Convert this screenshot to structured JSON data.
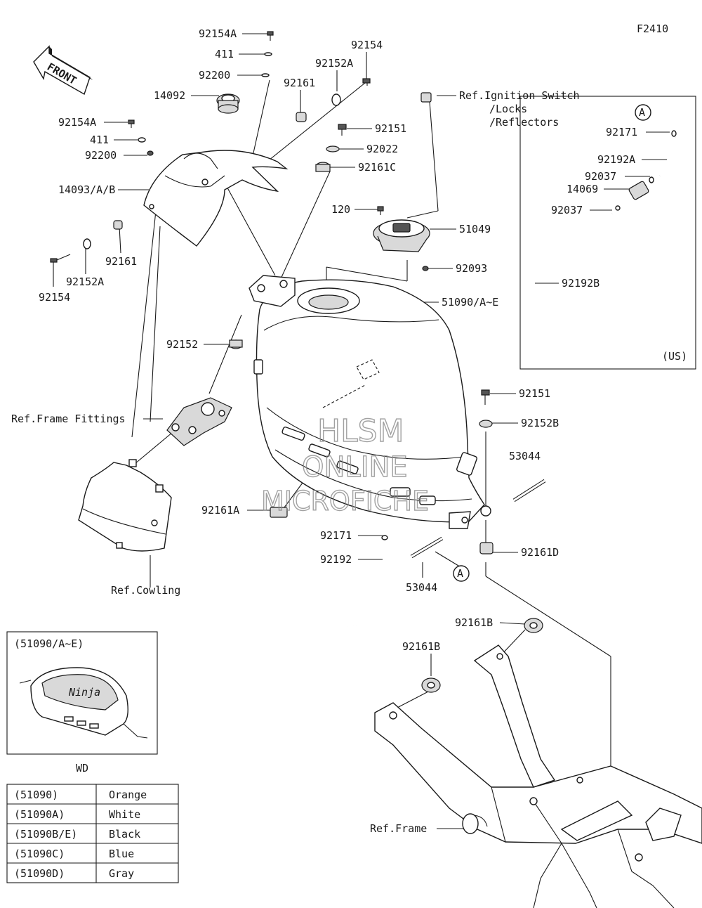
{
  "figure_code": "F2410",
  "front_label": "FRONT",
  "part_labels": {
    "p92154A_top": "92154A",
    "p411_top": "411",
    "p92200_top": "92200",
    "p14092": "14092",
    "p92154A_mid": "92154A",
    "p411_mid": "411",
    "p92200_mid": "92200",
    "p14093": "14093/A/B",
    "p92154_bl": "92154",
    "p92152A_bl": "92152A",
    "p92161_bl": "92161",
    "p92154_tr": "92154",
    "p92152A_tr": "92152A",
    "p92161_tr": "92161",
    "p92151_a": "92151",
    "p92022": "92022",
    "p92161C": "92161C",
    "p120": "120",
    "p51049": "51049",
    "p92093": "92093",
    "p51090": "51090/A~E",
    "p92152": "92152",
    "p92151_b": "92151",
    "p92152B": "92152B",
    "p53044_r": "53044",
    "p92161A": "92161A",
    "p92171": "92171",
    "p92192": "92192",
    "p53044_b": "53044",
    "p92161D": "92161D",
    "p92161B_r": "92161B",
    "p92161B_l": "92161B"
  },
  "ref_labels": {
    "ignition_1": "Ref.Ignition Switch",
    "ignition_2": "/Locks",
    "ignition_3": "/Reflectors",
    "frame_fittings": "Ref.Frame Fittings",
    "cowling": "Ref.Cowling",
    "frame": "Ref.Frame"
  },
  "callout_letter": "A",
  "us_inset": {
    "region": "(US)",
    "labels": {
      "p92171": "92171",
      "p92192A": "92192A",
      "p92037_a": "92037",
      "p14069": "14069",
      "p92037_b": "92037",
      "p92192B": "92192B"
    }
  },
  "wd_inset": {
    "title": "(51090/A~E)",
    "caption": "WD",
    "emblem": "Ninja"
  },
  "watermark": {
    "line1": "HLSM",
    "line2": "ONLINE",
    "line3": "MICROFICHE"
  },
  "color_table": [
    {
      "code": "(51090)",
      "color": "Orange"
    },
    {
      "code": "(51090A)",
      "color": "White"
    },
    {
      "code": "(51090B/E)",
      "color": "Black"
    },
    {
      "code": "(51090C)",
      "color": "Blue"
    },
    {
      "code": "(51090D)",
      "color": "Gray"
    }
  ]
}
